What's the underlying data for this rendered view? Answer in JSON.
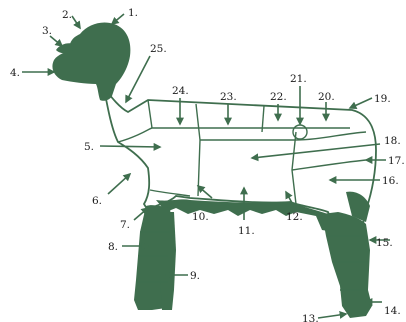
{
  "diagram": {
    "labels": [
      "1.",
      "2.",
      "3.",
      "4.",
      "5.",
      "6.",
      "7.",
      "8.",
      "9.",
      "10.",
      "11.",
      "12.",
      "13.",
      "14.",
      "15.",
      "16.",
      "17.",
      "18.",
      "19.",
      "20.",
      "21.",
      "22.",
      "23.",
      "24.",
      "25."
    ],
    "colors": {
      "ink": "#3f6e4e",
      "text": "#1a1a1a",
      "background": "#ffffff"
    }
  }
}
